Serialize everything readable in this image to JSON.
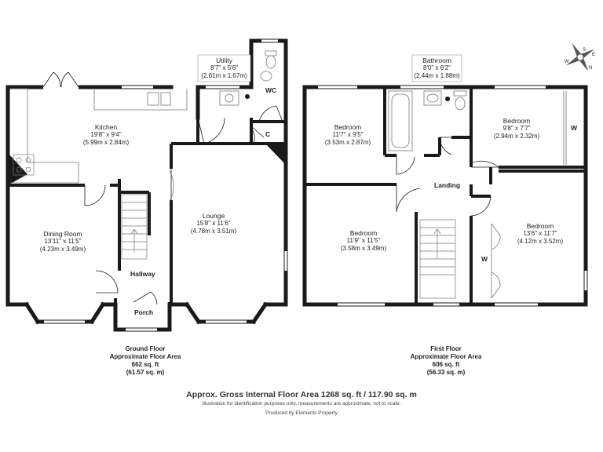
{
  "ground_floor": {
    "rooms": [
      {
        "name": "Kitchen",
        "ft": "19'8\" x 9'4\"",
        "m": "(5.99m x 2.84m)"
      },
      {
        "name": "Dining Room",
        "ft": "13'11\" x 11'5\"",
        "m": "(4.23m x 3.49m)"
      },
      {
        "name": "Lounge",
        "ft": "15'8\" x 11'6\"",
        "m": "(4.78m x 3.51m)"
      },
      {
        "name": "Utility",
        "ft": "8'7\" x 5'6\"",
        "m": "(2.61m x 1.67m)"
      },
      {
        "name": "Hallway"
      },
      {
        "name": "Porch"
      },
      {
        "name": "WC"
      },
      {
        "name": "C"
      }
    ],
    "summary": {
      "title": "Ground Floor",
      "subtitle": "Approximate Floor Area",
      "sqft": "662 sq. ft",
      "sqm": "(61.57 sq. m)"
    }
  },
  "first_floor": {
    "rooms": [
      {
        "name": "Bathroom",
        "ft": "8'0\" x 6'2\"",
        "m": "(2.44m x 1.88m)"
      },
      {
        "name": "Bedroom",
        "ft": "11'7\" x 9'5\"",
        "m": "(3.53m x 2.87m)"
      },
      {
        "name": "Bedroom",
        "ft": "9'8\" x 7'7\"",
        "m": "(2.94m x 2.32m)"
      },
      {
        "name": "Bedroom",
        "ft": "11'9\" x 11'5\"",
        "m": "(3.58m x 3.49m)"
      },
      {
        "name": "Bedroom",
        "ft": "13'6\" x 11'7\"",
        "m": "(4.12m x 3.52m)"
      },
      {
        "name": "Landing"
      },
      {
        "name": "W"
      },
      {
        "name": "W"
      }
    ],
    "summary": {
      "title": "First Floor",
      "subtitle": "Approximate Floor Area",
      "sqft": "606 sq. ft",
      "sqm": "(56.33 sq. m)"
    }
  },
  "footer": {
    "total": "Approx. Gross Internal Floor Area 1268 sq. ft / 117.90 sq. m",
    "note": "Illustration for identification purposes only, measurements are approximate, not to scale.",
    "credit": "Produced by Elements Property"
  },
  "compass": {
    "north": "N",
    "south": "S",
    "east": "E",
    "west": "W"
  },
  "colors": {
    "wall": "#1a1a1a",
    "window": "#ffffff",
    "fitting": "#777777",
    "background": "#ffffff"
  }
}
